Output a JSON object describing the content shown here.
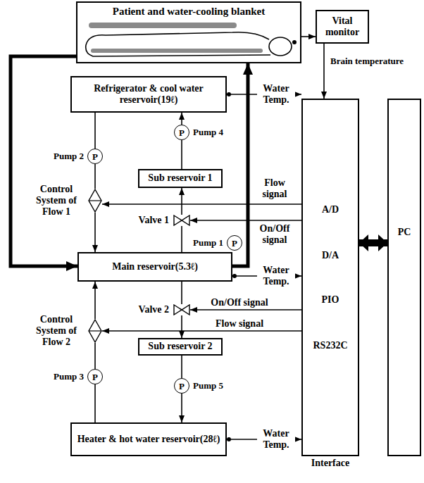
{
  "diagram": {
    "nodes": [
      {
        "text": [
          "Patient and water-cooling blanket"
        ]
      },
      {
        "text": [
          "Vital monitor"
        ]
      },
      {
        "text": [
          "Refrigerator & cool water reservoir(19ℓ)"
        ]
      },
      {
        "text": [
          "P",
          "Pump 4"
        ]
      },
      {
        "text": [
          "Sub reservoir 1"
        ]
      },
      {
        "text": [
          "P",
          "Pump 2"
        ]
      },
      {
        "text": [
          "Control System of Flow 1"
        ]
      },
      {
        "text": [
          "Valve 1"
        ]
      },
      {
        "text": [
          "Main reservoir(5.3ℓ)"
        ]
      },
      {
        "text": [
          "P",
          "Pump 1"
        ]
      },
      {
        "text": [
          "Valve 2"
        ]
      },
      {
        "text": [
          "Control System of Flow 2"
        ]
      },
      {
        "text": [
          "Sub reservoir 2"
        ]
      },
      {
        "text": [
          "P",
          "Pump 3"
        ]
      },
      {
        "text": [
          "P",
          "Pump 5"
        ]
      },
      {
        "text": [
          "Heater & hot water reservoir(28ℓ)"
        ]
      },
      {
        "text": [
          "A/D",
          "D/A",
          "PIO",
          "RS232C",
          "Interface"
        ]
      },
      {
        "text": [
          "PC"
        ]
      }
    ],
    "edges": [
      {
        "from": 0,
        "to": 1,
        "arrow": "to"
      },
      {
        "from": 1,
        "to": 16,
        "label": "Brain temperature",
        "arrow": "to"
      },
      {
        "from": 0,
        "to": 8,
        "arrow": "to"
      },
      {
        "from": 8,
        "to": 0,
        "arrow": "to"
      },
      {
        "from": 2,
        "to": 16,
        "label": "Water Temp.",
        "arrow": "to"
      },
      {
        "from": 2,
        "to": 5,
        "arrow": "none"
      },
      {
        "from": 5,
        "to": 6,
        "arrow": "none"
      },
      {
        "from": 6,
        "to": 8,
        "arrow": "to"
      },
      {
        "from": 8,
        "to": 7,
        "arrow": "none"
      },
      {
        "from": 7,
        "to": 4,
        "arrow": "to"
      },
      {
        "from": 4,
        "to": 3,
        "arrow": "none"
      },
      {
        "from": 3,
        "to": 2,
        "arrow": "to"
      },
      {
        "from": 16,
        "to": 6,
        "label": "Flow signal",
        "arrow": "to"
      },
      {
        "from": 16,
        "to": 7,
        "label": "On/Off signal",
        "arrow": "to"
      },
      {
        "from": 8,
        "to": 16,
        "label": "Water Temp.",
        "arrow": "to"
      },
      {
        "from": 16,
        "to": 10,
        "label": "On/Off signal",
        "arrow": "to"
      },
      {
        "from": 8,
        "to": 10,
        "arrow": "none"
      },
      {
        "from": 10,
        "to": 12,
        "arrow": "to"
      },
      {
        "from": 16,
        "to": 11,
        "label": "Flow signal",
        "arrow": "to"
      },
      {
        "from": 12,
        "to": 14,
        "arrow": "none"
      },
      {
        "from": 14,
        "to": 15,
        "arrow": "to"
      },
      {
        "from": 15,
        "to": 13,
        "arrow": "none"
      },
      {
        "from": 13,
        "to": 11,
        "arrow": "none"
      },
      {
        "from": 11,
        "to": 8,
        "arrow": "to"
      },
      {
        "from": 15,
        "to": 16,
        "label": "Water Temp.",
        "arrow": "to"
      },
      {
        "from": 16,
        "to": 17,
        "arrow": "both"
      }
    ]
  }
}
